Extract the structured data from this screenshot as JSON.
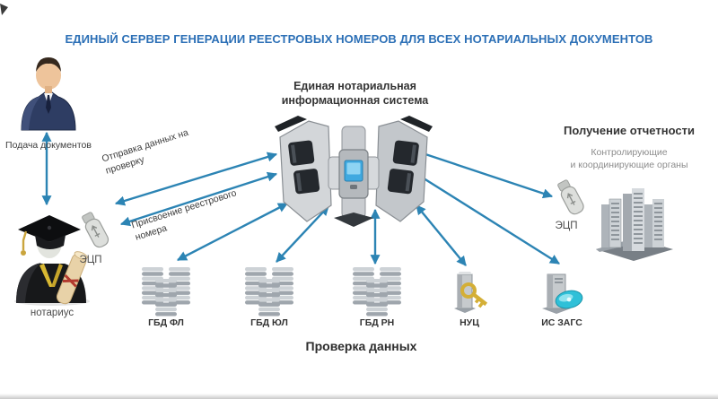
{
  "header": {
    "title": "ЕДИНЫЙ СЕРВЕР ГЕНЕРАЦИИ РЕЕСТРОВЫХ НОМЕРОВ ДЛЯ ВСЕХ НОТАРИАЛЬНЫХ ДОКУМЕНТОВ"
  },
  "colors": {
    "title_blue": "#2b6fb6",
    "arrow_blue": "#2c84b4",
    "text_dark": "#343434",
    "text_gray": "#8c8c8c",
    "screen_blue": "#3fa9e0",
    "key_gold": "#d4af37",
    "disc_teal": "#2fc0d8"
  },
  "left": {
    "submission_label": "Подача документов",
    "notary_label": "нотариус",
    "ecp_label": "ЭЦП"
  },
  "flows": {
    "send_for_check": "Отправка данных на\nпроверку",
    "assign_registry_number": "Присвоение реестрового\nномера"
  },
  "center": {
    "system_title": "Единая нотариальная\nинформационная система"
  },
  "right": {
    "reporting_title": "Получение отчетности",
    "authorities_label": "Контролирующие\nи координирующие органы",
    "ecp_label": "ЭЦП"
  },
  "verification": {
    "caption": "Проверка данных",
    "databases": [
      {
        "label": "ГБД ФЛ",
        "icon": "server-stack-icon"
      },
      {
        "label": "ГБД ЮЛ",
        "icon": "server-stack-icon"
      },
      {
        "label": "ГБД РН",
        "icon": "server-stack-icon"
      },
      {
        "label": "НУЦ",
        "icon": "server-key-icon"
      },
      {
        "label": "ИС ЗАГС",
        "icon": "server-disc-icon"
      }
    ]
  }
}
